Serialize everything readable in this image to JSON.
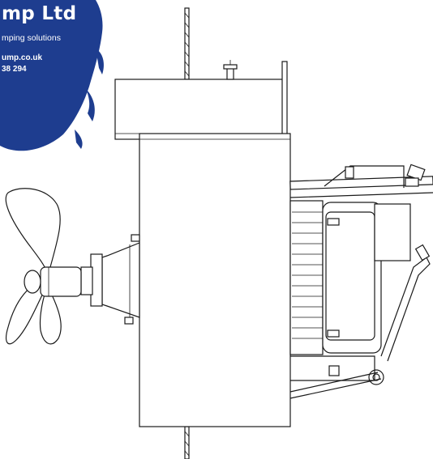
{
  "brand": {
    "name": "mp Ltd",
    "tagline": "mping solutions",
    "website": "ump.co.uk",
    "phone": "38 294",
    "color": "#1e3d8f"
  },
  "drawing": {
    "subject": "mixer-assembly",
    "line_color": "#1a1a1a",
    "background": "#ffffff"
  }
}
